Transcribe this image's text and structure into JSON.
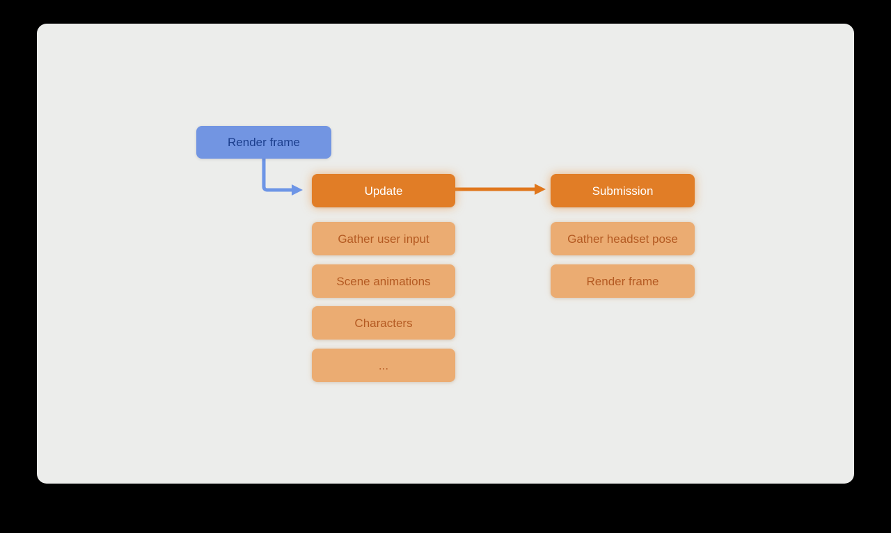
{
  "slide": {
    "background_color": "#ECEDEB",
    "page_background_color": "#000000"
  },
  "diagram": {
    "root": {
      "label": "Render frame",
      "fill_color": "#7295E2",
      "text_color": "#1A3D8C"
    },
    "phases": [
      {
        "label": "Update",
        "children": [
          "Gather user input",
          "Scene animations",
          "Characters",
          "..."
        ]
      },
      {
        "label": "Submission",
        "children": [
          "Gather headset pose",
          "Render frame"
        ]
      }
    ],
    "connectors": [
      {
        "name": "root-to-update",
        "from": "Render frame",
        "to": "Update",
        "color": "#6D95E6"
      },
      {
        "name": "update-to-submission",
        "from": "Update",
        "to": "Submission",
        "color": "#E0771C"
      }
    ],
    "colors": {
      "phase_fill": "#E17D26",
      "phase_text": "#FFFFFF",
      "child_fill": "#EBAC72",
      "child_text": "#B45A22",
      "blue_arrow": "#6D95E6",
      "orange_arrow": "#E0771C"
    }
  }
}
